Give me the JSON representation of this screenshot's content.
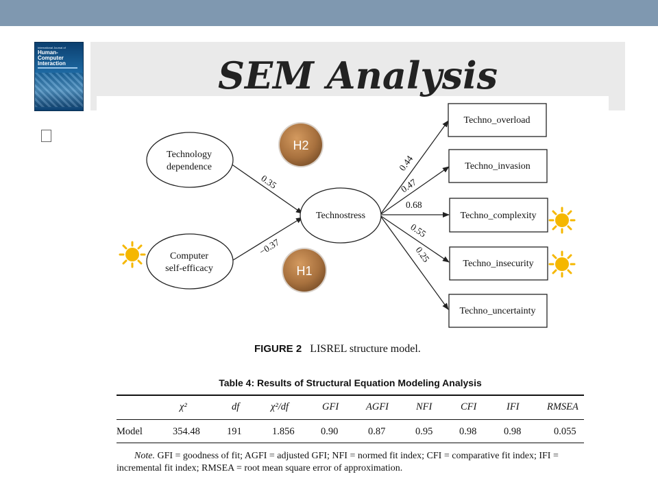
{
  "slide": {
    "title": "SEM Analysis",
    "cover": {
      "small_text": "International Journal of",
      "title": "Human-Computer Interaction"
    }
  },
  "diagram": {
    "nodes": {
      "tech_dependence": [
        "Technology",
        "dependence"
      ],
      "self_efficacy": [
        "Computer",
        "self-efficacy"
      ],
      "technostress": "Technostress",
      "overload": "Techno_overload",
      "invasion": "Techno_invasion",
      "complexity": "Techno_complexity",
      "insecurity": "Techno_insecurity",
      "uncertainty": "Techno_uncertainty"
    },
    "paths": {
      "dependence_to_stress": "0.35",
      "efficacy_to_stress": "−0.37",
      "to_overload": "0.44",
      "to_invasion": "0.47",
      "to_complexity": "0.68",
      "to_insecurity": "0.55",
      "to_uncertainty": "0.25"
    },
    "badges": {
      "h2": "H2",
      "h1": "H1"
    },
    "caption_label": "FIGURE 2",
    "caption_text": "LISREL structure model."
  },
  "table": {
    "title": "Table 4:   Results of Structural Equation Modeling Analysis",
    "headers": [
      "χ²",
      "df",
      "χ²/df",
      "GFI",
      "AGFI",
      "NFI",
      "CFI",
      "IFI",
      "RMSEA"
    ],
    "row_label": "Model",
    "values": [
      "354.48",
      "191",
      "1.856",
      "0.90",
      "0.87",
      "0.95",
      "0.98",
      "0.98",
      "0.055"
    ],
    "note_label": "Note.",
    "note_text": " GFI = goodness of fit; AGFI = adjusted GFI; NFI = normed fit index; CFI = comparative fit index; IFI = incremental fit index; RMSEA = root mean square error of approximation."
  },
  "colors": {
    "top_bar": "#7f98b0",
    "badge": "#b07a45",
    "sun": "#f5b700"
  }
}
